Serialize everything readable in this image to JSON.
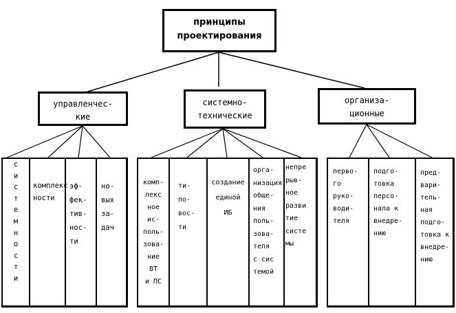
{
  "root": {
    "label": "принципы\nпроектирования"
  },
  "groups": [
    {
      "label": "управленчес-\nкие",
      "items": [
        {
          "label": "с\nи\nс\nт\nе\nм\nн\nо\nс\nт\nи"
        },
        {
          "label": "комплекс\nности"
        },
        {
          "label": "эф-\nфек-\nтив-\nнос-\nти"
        },
        {
          "label": "но-\nвых\nза-\nдач"
        }
      ]
    },
    {
      "label": "системно-\nтехнические",
      "items": [
        {
          "label": "комп-\nлекс\nное\nис-\nполь-\nзова-\nние\nВТ\nи ПС"
        },
        {
          "label": "ти-\nпо-\nвос-\nти"
        },
        {
          "label": "создание\nединой\nИБ"
        },
        {
          "label": "орга-\nнизация\nобще-\nния\nполь-\nзова-\nтеля\nс сис\nтемой"
        },
        {
          "label": "непре\nрыв-\nное\nразви\nтие\nсисте\nмы"
        }
      ]
    },
    {
      "label": "организа-\nционные",
      "items": [
        {
          "label": "перво-\nго\nруко-\nводи-\nтеля"
        },
        {
          "label": "подго-\nтовка\nперсо-\nнала к\nвнедре-\nнию"
        },
        {
          "label": "пред-\nвари-\nтель-\nная\nподго-\nтовка к\nвнедре-\nнию"
        }
      ]
    }
  ]
}
